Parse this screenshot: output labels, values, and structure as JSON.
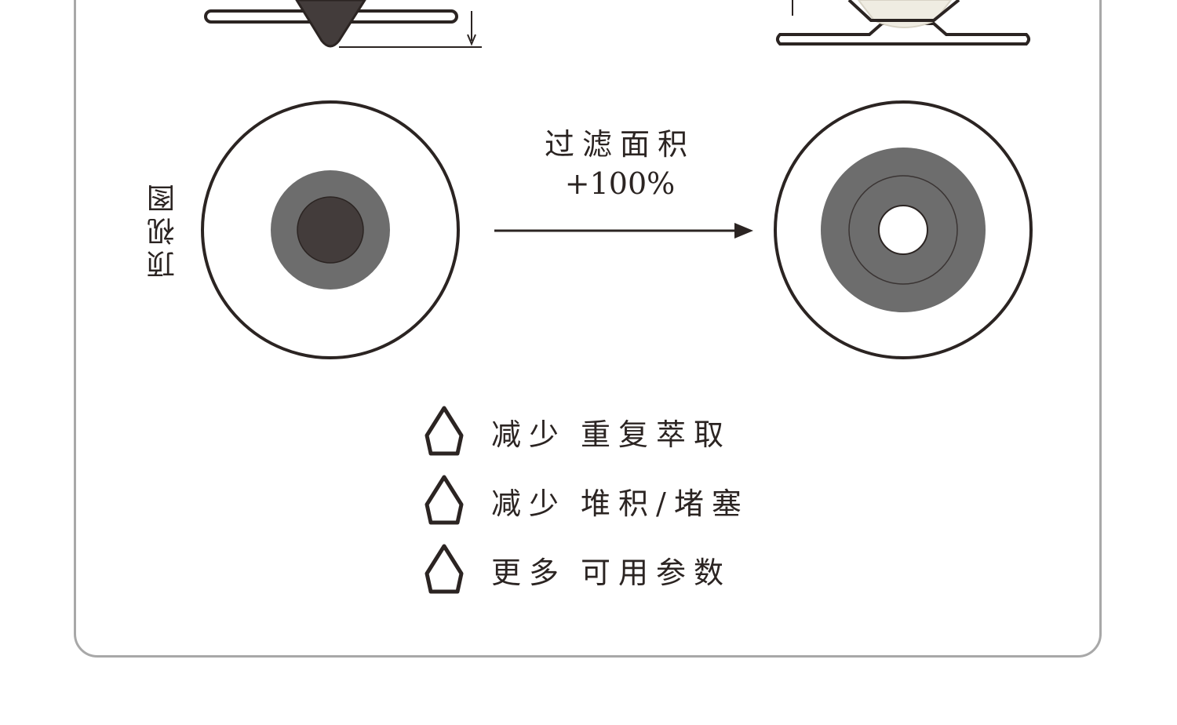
{
  "side_label": "顶视图",
  "arrow": {
    "title": "过滤面积",
    "value": "+100%"
  },
  "benefits": [
    {
      "verb": "减少",
      "object": "重复萃取"
    },
    {
      "verb": "减少",
      "object": "堆积/堵塞"
    },
    {
      "verb": "更多",
      "object": "可用参数"
    }
  ],
  "colors": {
    "outline": "#2b2422",
    "ring_gray": "#6d6d6d",
    "core_dark": "#433c3b",
    "panel_border": "#a8a8a8",
    "cup_cream": "#efece2"
  }
}
